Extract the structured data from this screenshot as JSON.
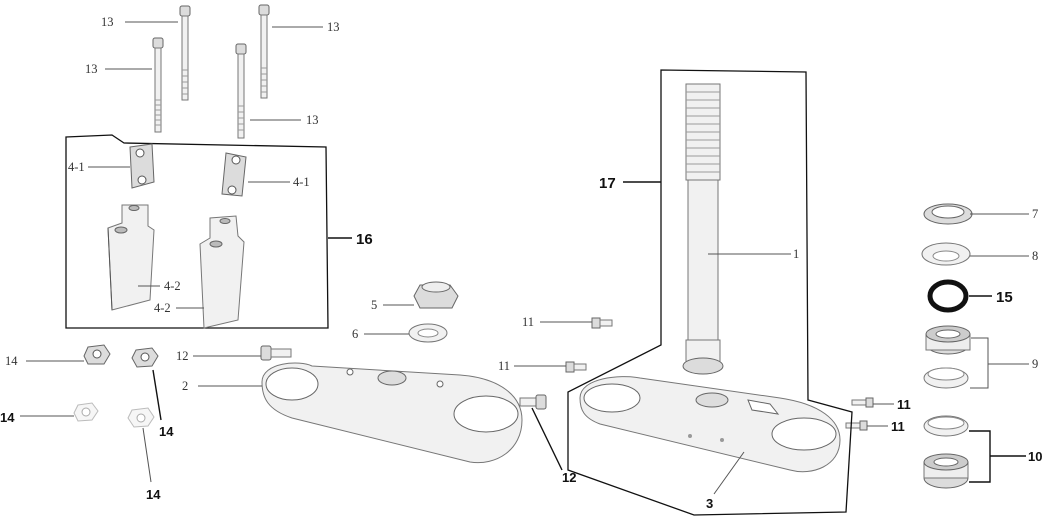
{
  "labels": {
    "bolt_13": "13",
    "clamp_4_1": "4-1",
    "riser_4_2": "4-2",
    "assembly_16": "16",
    "assembly_17": "17",
    "cap_nut_5": "5",
    "washer_6": "6",
    "nut_14": "14",
    "bolt_12": "12",
    "upper_clamp_2": "2",
    "screw_11": "11",
    "stem_1": "1",
    "lower_clamp_3": "3",
    "ring_nut_7": "7",
    "dust_seal_8": "8",
    "o_ring_15": "15",
    "bearing_9": "9",
    "bearing_10": "10"
  }
}
